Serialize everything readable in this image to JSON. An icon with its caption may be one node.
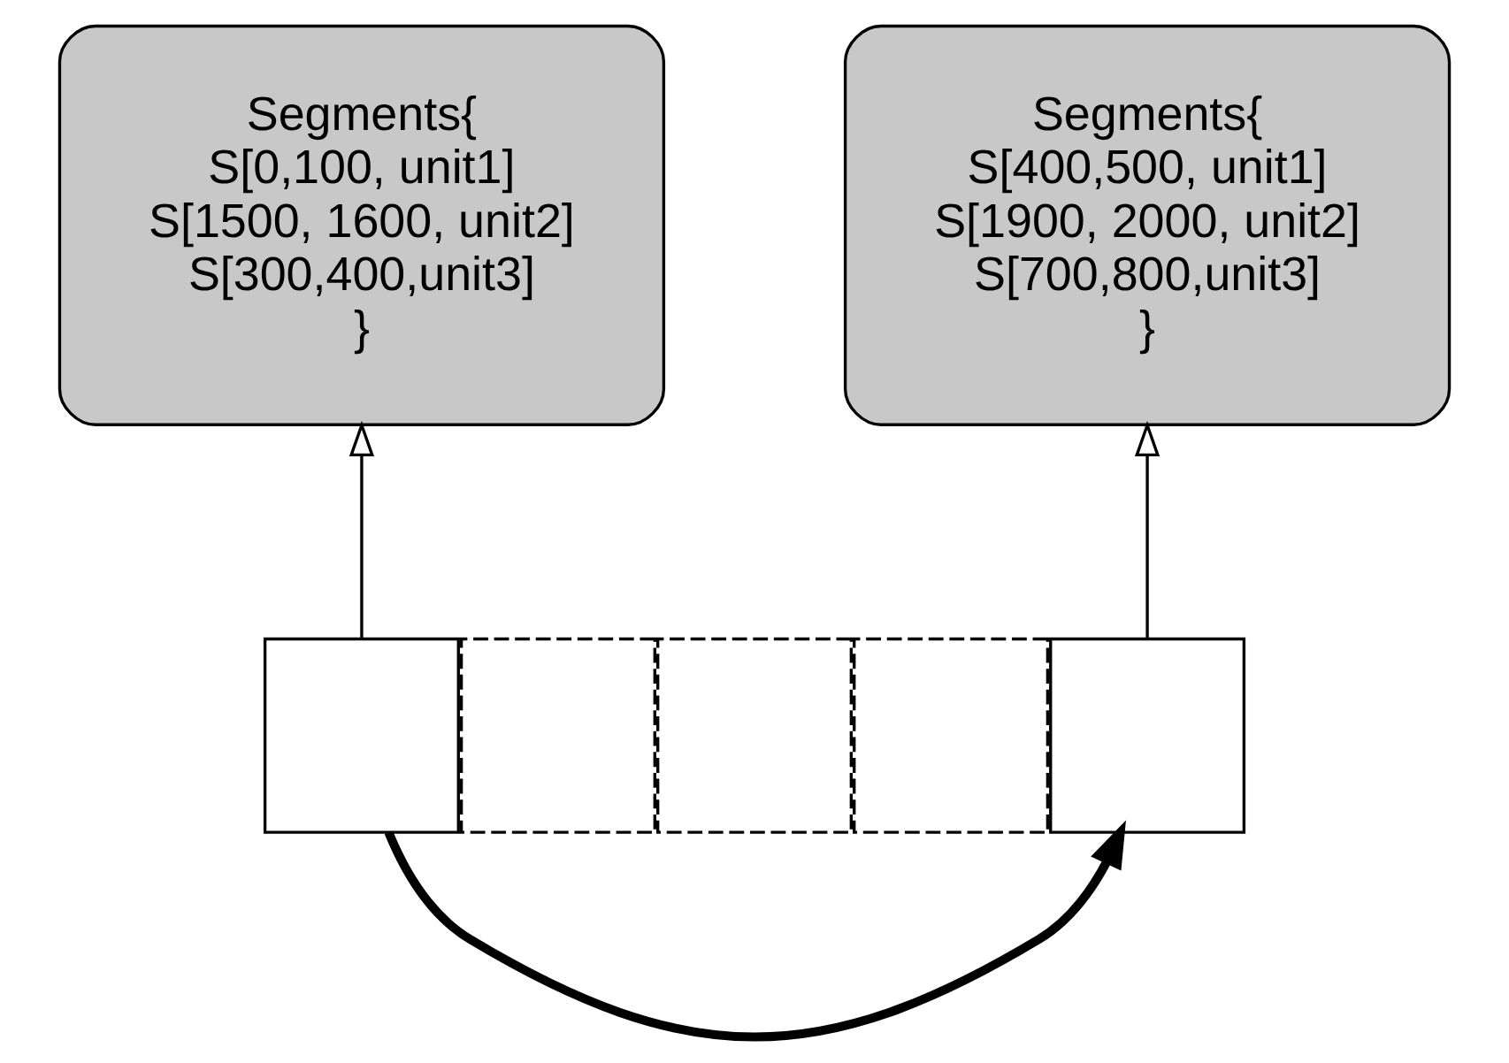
{
  "diagram": {
    "nodes": [
      {
        "text": [
          "Segments{",
          "S[0,100, unit1]",
          "S[1500, 1600, unit2]",
          "S[300,400,unit3]",
          "}"
        ]
      },
      {
        "text": [
          "Segments{",
          "S[400,500, unit1]",
          "S[1900, 2000, unit2]",
          "S[700,800,unit3]",
          "}"
        ]
      },
      {
        "text": [],
        "shape": "box"
      },
      {
        "text": [],
        "shape": "box"
      },
      {
        "text": [],
        "shape": "box"
      },
      {
        "text": [],
        "shape": "box"
      },
      {
        "text": [],
        "shape": "box"
      }
    ],
    "edges": [
      {
        "from": 2,
        "to": 0,
        "arrow": "to"
      },
      {
        "from": 6,
        "to": 1,
        "arrow": "to"
      },
      {
        "from": 2,
        "to": 6,
        "arrow": "to",
        "style": "thick"
      }
    ]
  }
}
